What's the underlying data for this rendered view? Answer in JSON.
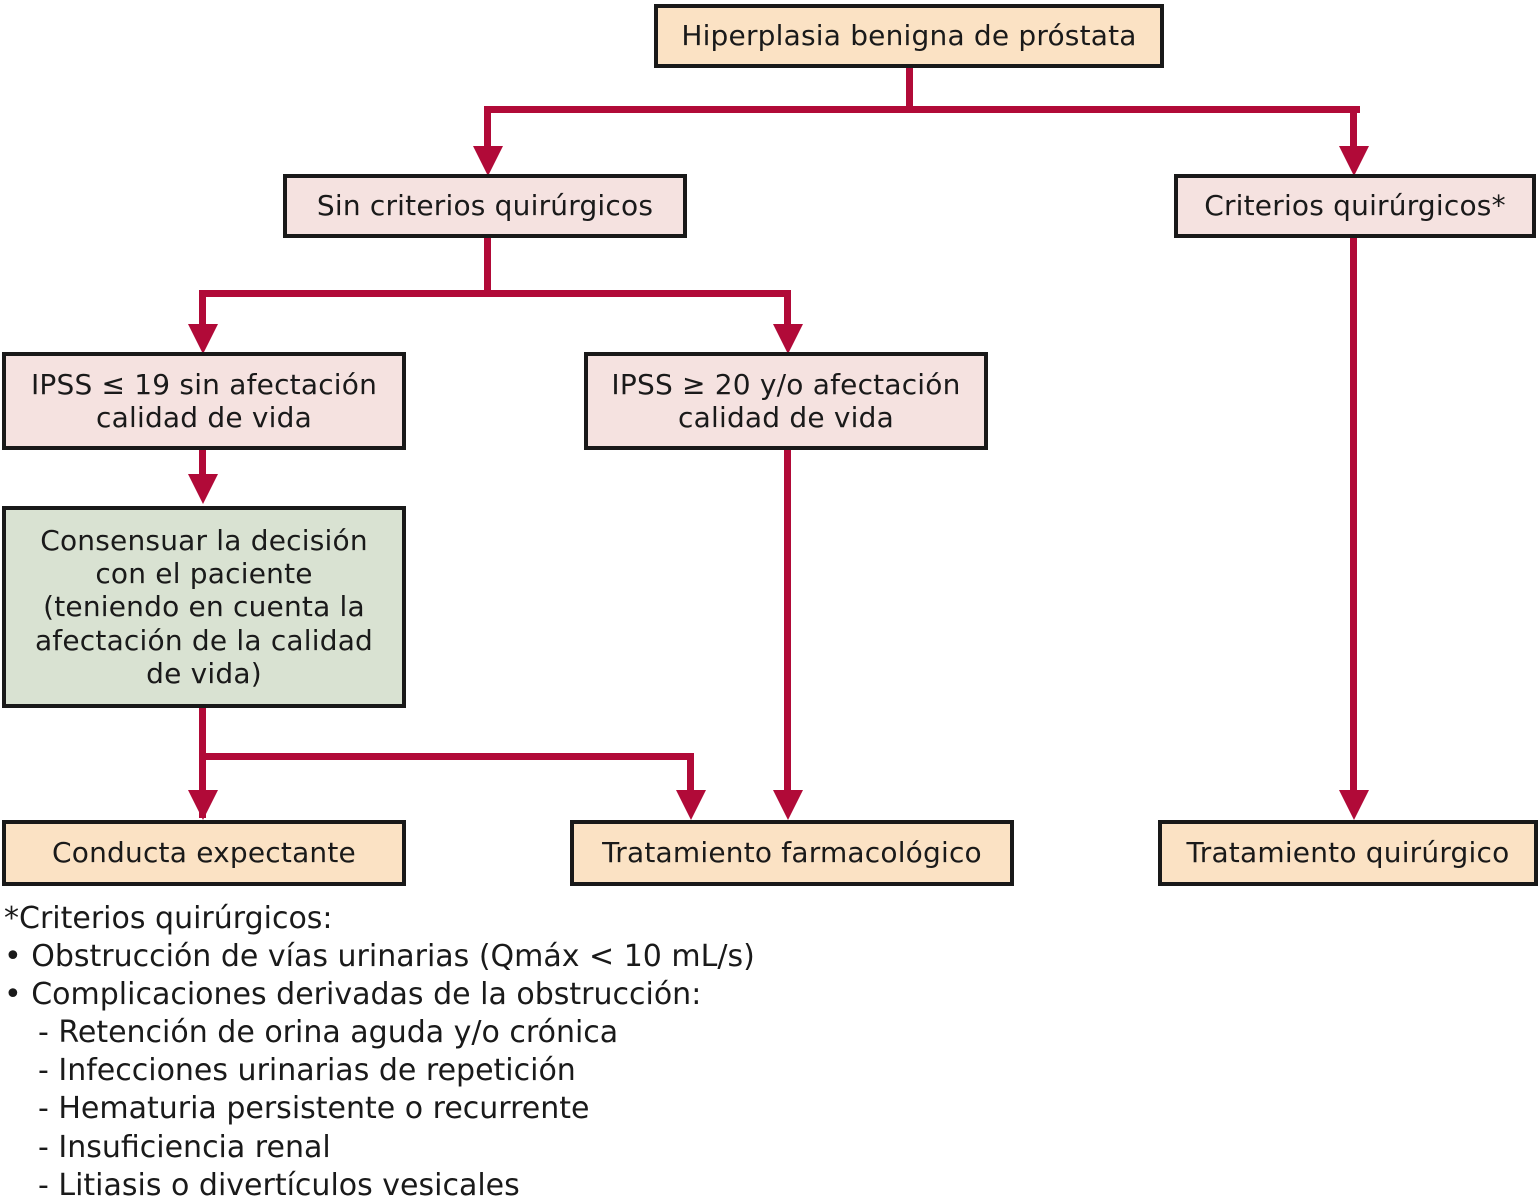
{
  "diagram": {
    "title": "Hiperplasia benigna de próstata — algoritmo de manejo",
    "colors": {
      "orange_fill": "#fbe2c4",
      "pink_fill": "#f5e2e0",
      "green_fill": "#d9e2d2",
      "border": "#191919",
      "connector": "#b10a38"
    },
    "nodes": {
      "root": "Hiperplasia benigna de próstata",
      "no_surgical_criteria": "Sin criterios quirúrgicos",
      "surgical_criteria": "Criterios quirúrgicos*",
      "ipss_low": "IPSS ≤ 19 sin afectación\ncalidad de vida",
      "ipss_high": "IPSS ≥ 20 y/o afectación\ncalidad de vida",
      "shared_decision": "Consensuar la decisión\ncon el paciente\n(teniendo en cuenta la\nafectación de la calidad\nde vida)",
      "watchful_waiting": "Conducta expectante",
      "pharmacological_treatment": "Tratamiento farmacológico",
      "surgical_treatment": "Tratamiento quirúrgico"
    }
  },
  "footnote": {
    "title": "*Criterios quirúrgicos:",
    "bullets": [
      "• Obstrucción de vías urinarias (Qmáx < 10 mL/s)",
      "• Complicaciones derivadas de la obstrucción:"
    ],
    "sub_items": [
      "- Retención de orina aguda y/o crónica",
      "- Infecciones urinarias de repetición",
      "- Hematuria persistente o recurrente",
      "- Insuficiencia renal",
      "- Litiasis o divertículos vesicales"
    ]
  }
}
